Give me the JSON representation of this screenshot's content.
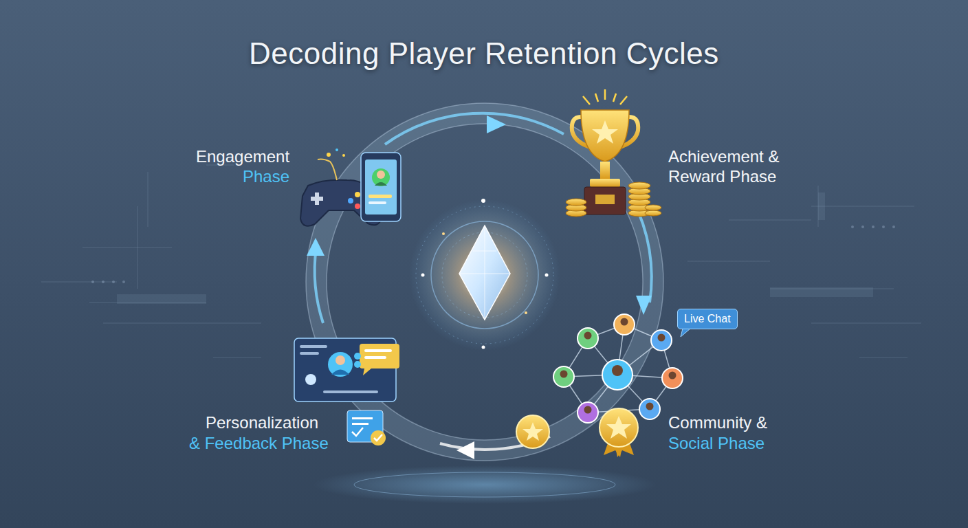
{
  "diagram": {
    "title": "Decoding Player Retention Cycles",
    "nodes": [
      {
        "text": [
          "Live Chat"
        ]
      }
    ],
    "labels": [
      "Engagement",
      "Phase",
      "Achievement & Reward Phase",
      "Community &",
      "Social Phase",
      "Personalization",
      "& Feedback Phase"
    ]
  }
}
